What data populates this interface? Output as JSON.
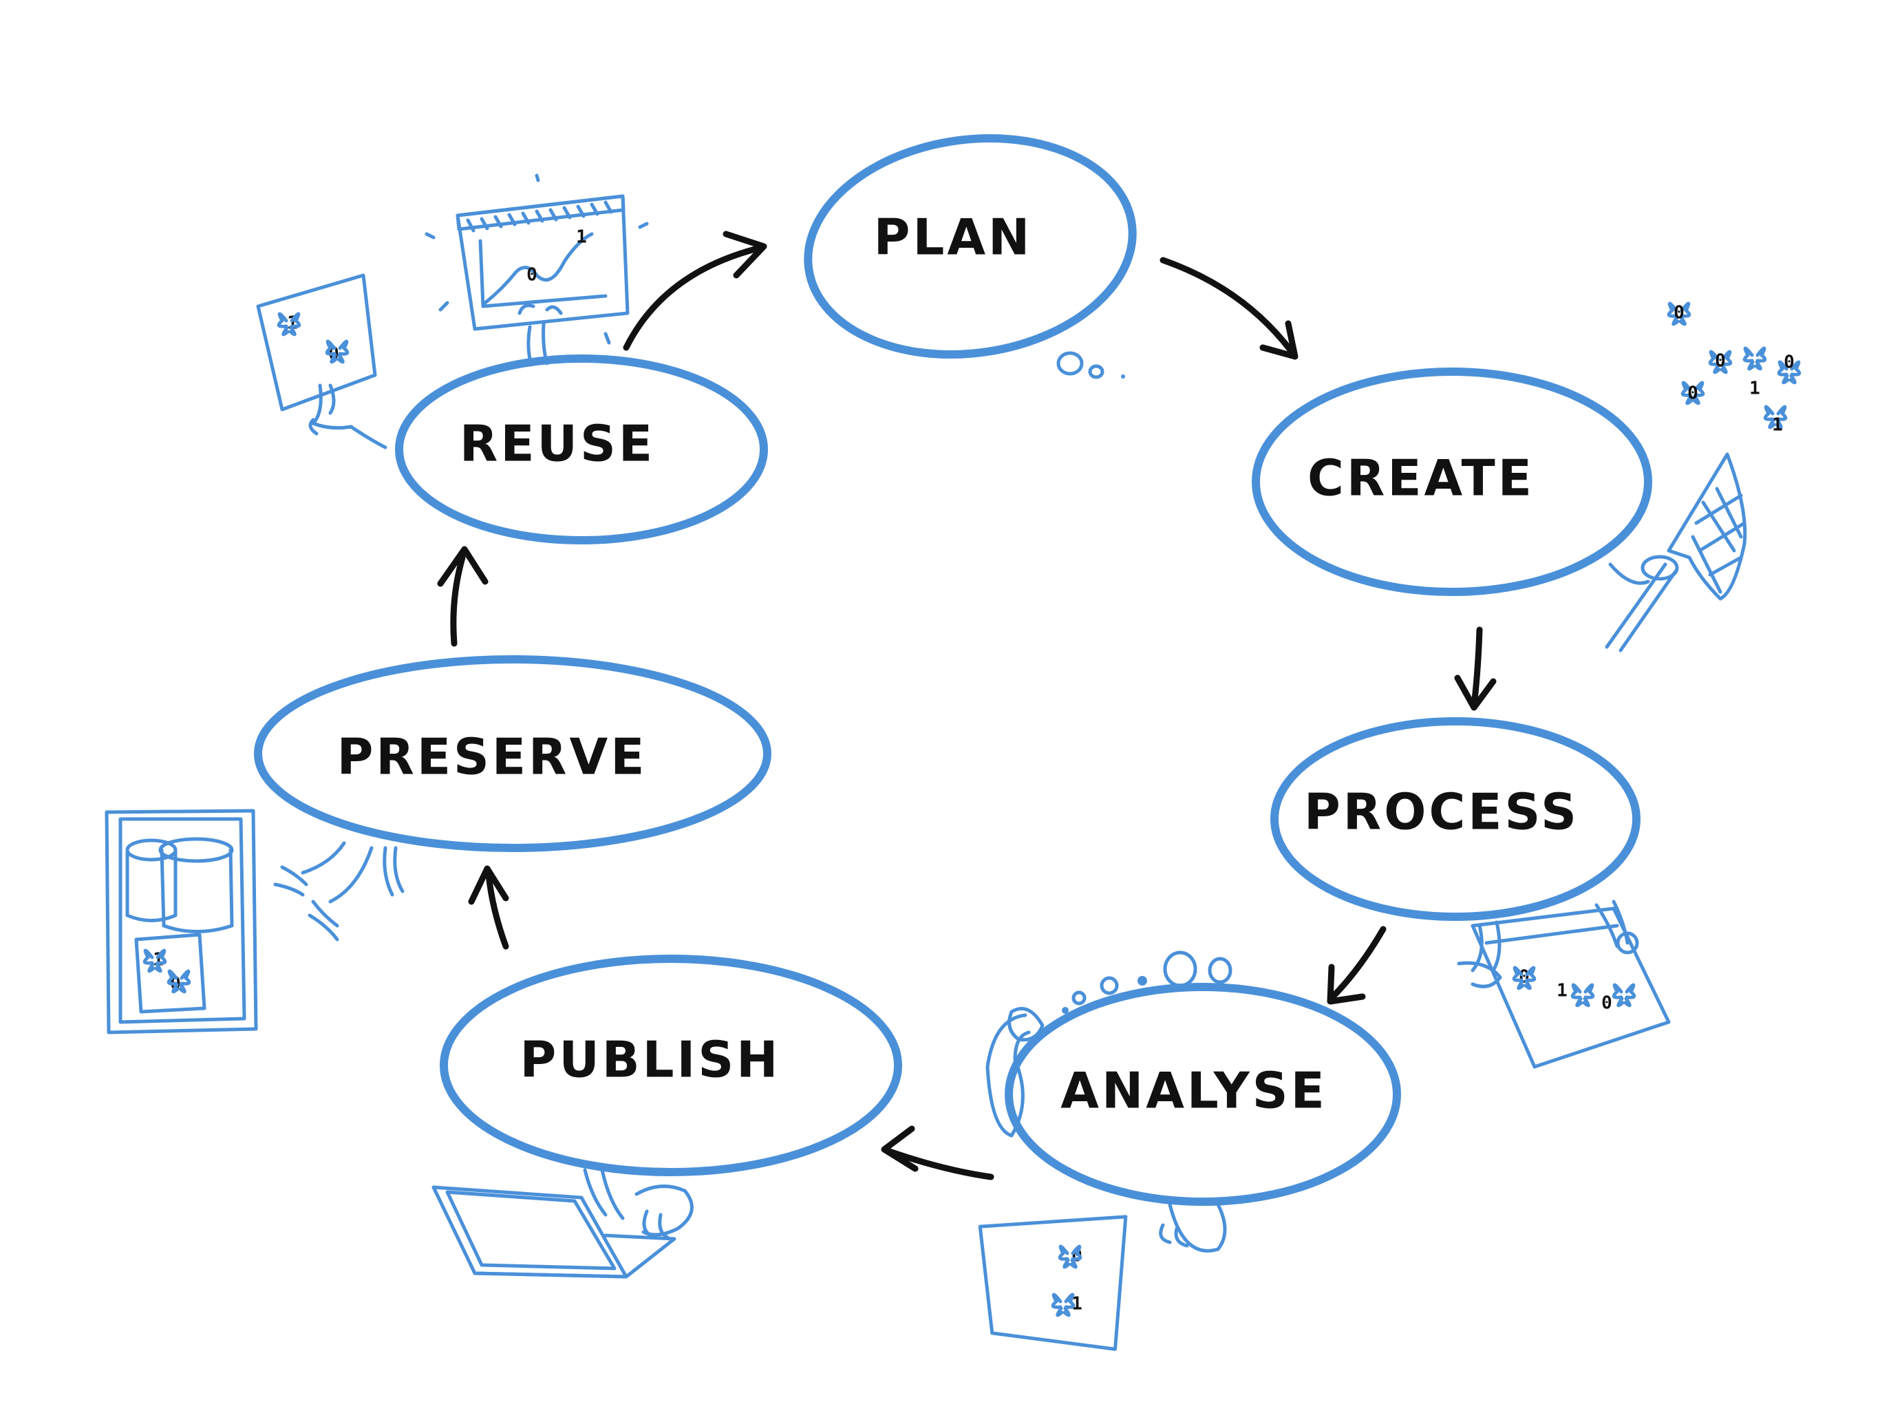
{
  "colors": {
    "stroke": "#4a90d9",
    "arrow": "#111111",
    "text": "#111111",
    "background": "#ffffff"
  },
  "stages": [
    {
      "id": "plan",
      "label": "PLAN"
    },
    {
      "id": "create",
      "label": "CREATE"
    },
    {
      "id": "process",
      "label": "PROCESS"
    },
    {
      "id": "analyse",
      "label": "ANALYSE"
    },
    {
      "id": "publish",
      "label": "PUBLISH"
    },
    {
      "id": "preserve",
      "label": "PRESERVE"
    },
    {
      "id": "reuse",
      "label": "REUSE"
    }
  ],
  "flow": [
    {
      "from": "plan",
      "to": "create"
    },
    {
      "from": "create",
      "to": "process"
    },
    {
      "from": "process",
      "to": "analyse"
    },
    {
      "from": "analyse",
      "to": "publish"
    },
    {
      "from": "publish",
      "to": "preserve"
    },
    {
      "from": "preserve",
      "to": "reuse"
    },
    {
      "from": "reuse",
      "to": "plan"
    }
  ],
  "illustrations": [
    {
      "near": "create",
      "icon": "butterfly-net-catching-data-icon"
    },
    {
      "near": "process",
      "icon": "hands-on-data-sheet-icon"
    },
    {
      "near": "analyse",
      "icon": "thinking-figure-with-data-sheet-icon"
    },
    {
      "near": "publish",
      "icon": "laptop-typing-icon"
    },
    {
      "near": "preserve",
      "icon": "archive-storage-box-icon"
    },
    {
      "near": "reuse",
      "icon": "chart-screen-and-data-sheet-icon"
    },
    {
      "near": "plan",
      "icon": "thought-bubbles-icon"
    }
  ],
  "bits": [
    "0",
    "1"
  ]
}
